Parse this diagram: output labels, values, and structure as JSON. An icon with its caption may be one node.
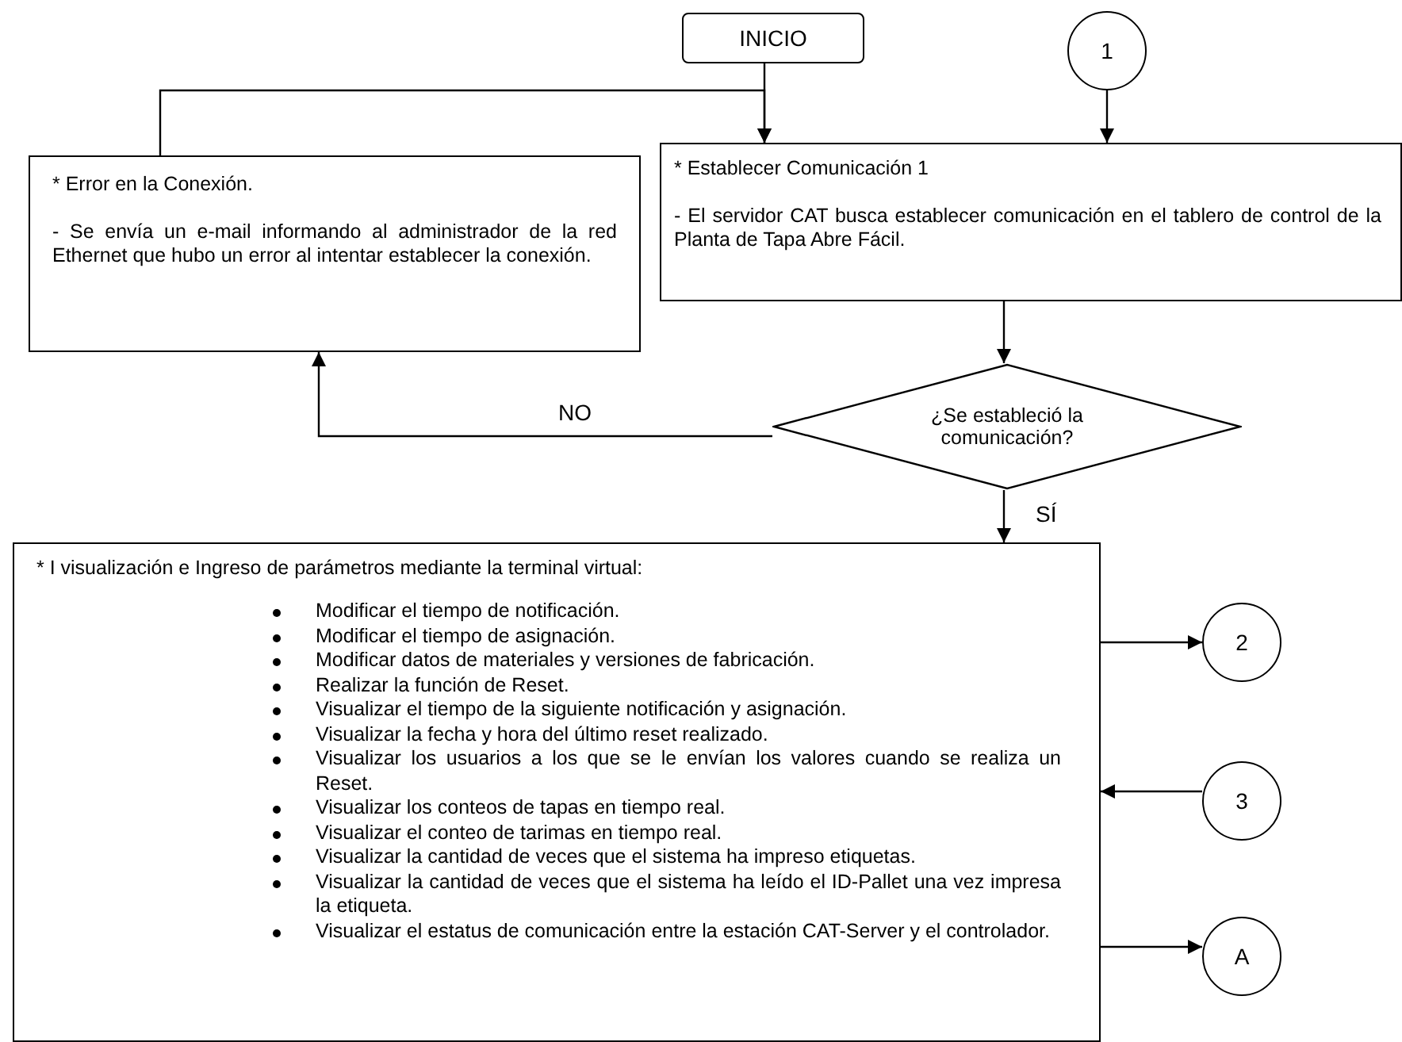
{
  "diagram": {
    "nodes": [
      {
        "text": [
          "INICIO"
        ]
      },
      {
        "text": [
          "1"
        ]
      },
      {
        "text": [
          "* Error en la Conexión.",
          "- Se envía un e-mail informando al administrador de la red Ethernet que hubo un error al intentar establecer la conexión."
        ]
      },
      {
        "text": [
          "* Establecer Comunicación 1",
          "- El servidor CAT busca establecer comunicación en el tablero de control de la Planta de Tapa Abre Fácil."
        ]
      },
      {
        "text": [
          "¿Se estableció la comunicación?"
        ]
      },
      {
        "text": [
          "* I visualización e Ingreso de parámetros mediante la terminal virtual:",
          "Modificar el tiempo de notificación.",
          "Modificar el tiempo de asignación.",
          "Modificar datos de materiales y versiones de fabricación.",
          "Realizar la función de Reset.",
          "Visualizar el tiempo de la siguiente notificación y asignación.",
          "Visualizar la fecha y hora del último reset realizado.",
          "Visualizar los usuarios a los que se le envían los valores cuando se realiza un Reset.",
          "Visualizar los conteos de tapas en tiempo real.",
          "Visualizar el conteo de tarimas en tiempo real.",
          "Visualizar la cantidad de veces que el sistema ha impreso etiquetas.",
          "Visualizar la cantidad de veces que el sistema ha leído el ID-Pallet una vez impresa la etiqueta.",
          "Visualizar el estatus de comunicación entre la estación CAT-Server y el controlador."
        ]
      },
      {
        "text": [
          "2"
        ]
      },
      {
        "text": [
          "3"
        ]
      },
      {
        "text": [
          "A"
        ]
      }
    ],
    "edges": [
      {
        "from": 0,
        "to": 3,
        "arrow": "to"
      },
      {
        "from": 2,
        "to": 3,
        "arrow": "to"
      },
      {
        "from": 1,
        "to": 3,
        "arrow": "to"
      },
      {
        "from": 3,
        "to": 4,
        "arrow": "to"
      },
      {
        "from": 4,
        "to": 2,
        "label": "NO",
        "arrow": "to"
      },
      {
        "from": 4,
        "to": 5,
        "label": "SÍ",
        "arrow": "to"
      },
      {
        "from": 5,
        "to": 6,
        "arrow": "to"
      },
      {
        "from": 7,
        "to": 5,
        "arrow": "to"
      },
      {
        "from": 5,
        "to": 8,
        "arrow": "to"
      }
    ]
  }
}
